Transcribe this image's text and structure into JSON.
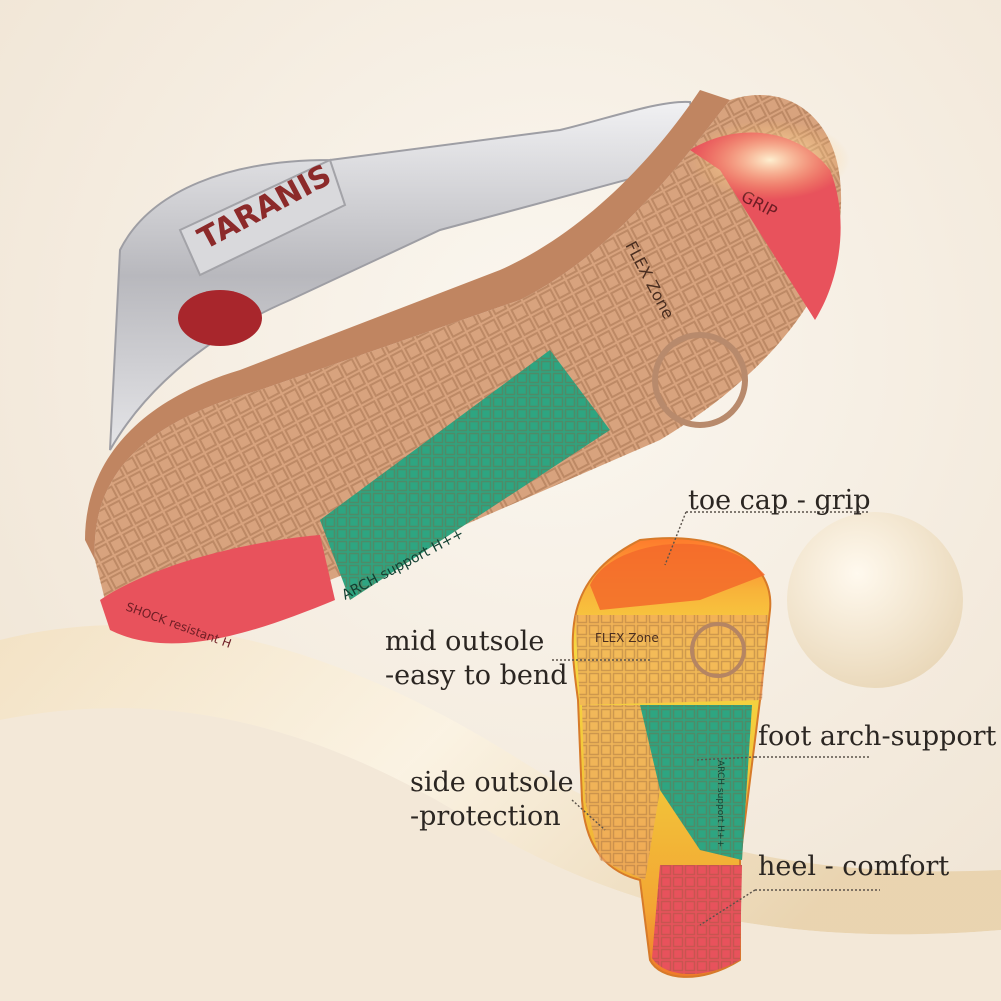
{
  "image": {
    "subject": "toddler sandal outsole",
    "shoe_brand_text": "TARANIS",
    "sole_texts": {
      "toe": "GRIP",
      "flex": "FLEX Zone",
      "arch": "ARCH support H++",
      "heel": "SHOCK resistant H"
    }
  },
  "labels": {
    "toe_cap": "toe cap - grip",
    "mid_outsole_1": "mid outsole",
    "mid_outsole_2": "-easy to bend",
    "foot_arch": "foot arch-support",
    "side_outsole_1": "side outsole",
    "side_outsole_2": "-protection",
    "heel": "heel - comfort"
  },
  "colors": {
    "background": "#f6efe4",
    "sole_tan": "#d8a37e",
    "sole_red": "#e8525c",
    "sole_green": "#2ea581",
    "upper_silver": "#c9c9cc",
    "heat_yellow": "#f4d43a",
    "heat_orange": "#f08a2c"
  }
}
